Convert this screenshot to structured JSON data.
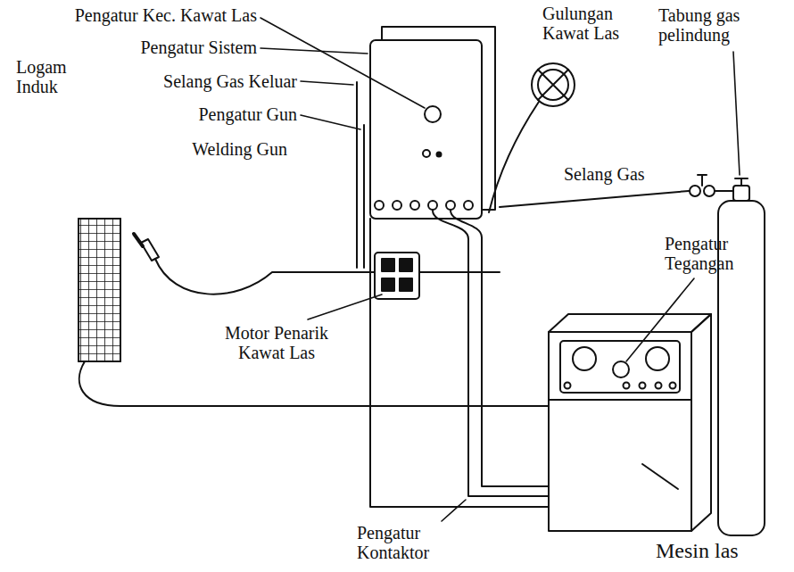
{
  "diagram": {
    "labels": [
      "Pengatur Kec. Kawat Las",
      "Gulungan Kawat Las",
      "Tabung gas pelindung",
      "Pengatur Sistem",
      "Selang Gas Keluar",
      "Logam Induk",
      "Pengatur Gun",
      "Welding Gun",
      "Selang Gas",
      "Pengatur Tegangan",
      "Motor Penarik Kawat Las",
      "Pengatur Kontaktor",
      "Mesin las"
    ]
  }
}
